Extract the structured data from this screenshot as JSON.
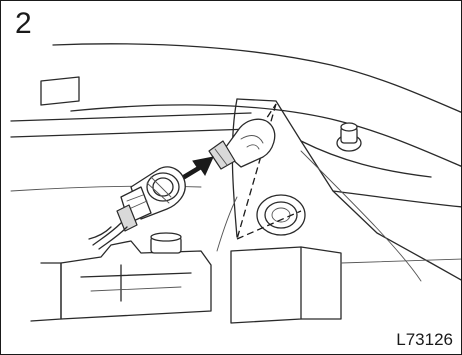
{
  "figure": {
    "step_number": "2",
    "figure_code": "L73126"
  },
  "parts": [
    {
      "name": "bulb",
      "icon": "bulb-icon"
    },
    {
      "name": "bulb-socket",
      "icon": "socket-icon"
    },
    {
      "name": "insert-arrow",
      "icon": "arrow-icon"
    },
    {
      "name": "headlight-housing",
      "icon": "housing-icon"
    }
  ]
}
